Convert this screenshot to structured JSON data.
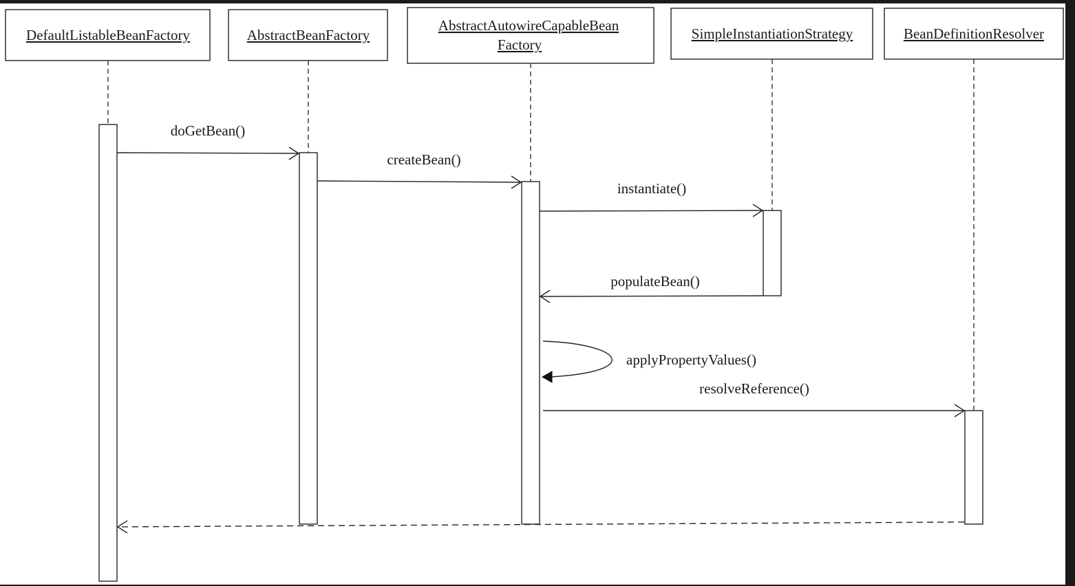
{
  "participants": [
    {
      "id": "p1",
      "lines": [
        "DefaultListableBeanFactory"
      ]
    },
    {
      "id": "p2",
      "lines": [
        "AbstractBeanFactory"
      ]
    },
    {
      "id": "p3",
      "lines": [
        "AbstractAutowireCapableBean",
        "Factory"
      ]
    },
    {
      "id": "p4",
      "lines": [
        "SimpleInstantiationStrategy"
      ]
    },
    {
      "id": "p5",
      "lines": [
        "BeanDefinitionResolver"
      ]
    }
  ],
  "messages": [
    {
      "id": "m1",
      "label": "doGetBean()",
      "from": "p1",
      "to": "p2",
      "kind": "sync"
    },
    {
      "id": "m2",
      "label": "createBean()",
      "from": "p2",
      "to": "p3",
      "kind": "sync"
    },
    {
      "id": "m3",
      "label": "instantiate()",
      "from": "p3",
      "to": "p4",
      "kind": "sync"
    },
    {
      "id": "m4",
      "label": "populateBean()",
      "from": "p4",
      "to": "p3",
      "kind": "sync"
    },
    {
      "id": "m5",
      "label": "applyPropertyValues()",
      "from": "p3",
      "to": "p3",
      "kind": "self"
    },
    {
      "id": "m6",
      "label": "resolveReference()",
      "from": "p3",
      "to": "p5",
      "kind": "sync"
    },
    {
      "id": "m7",
      "label": "",
      "from": "p5",
      "to": "p1",
      "kind": "return"
    }
  ],
  "colors": {
    "background": "#ffffff",
    "frame": "#1b1b1b",
    "line": "#222222"
  }
}
